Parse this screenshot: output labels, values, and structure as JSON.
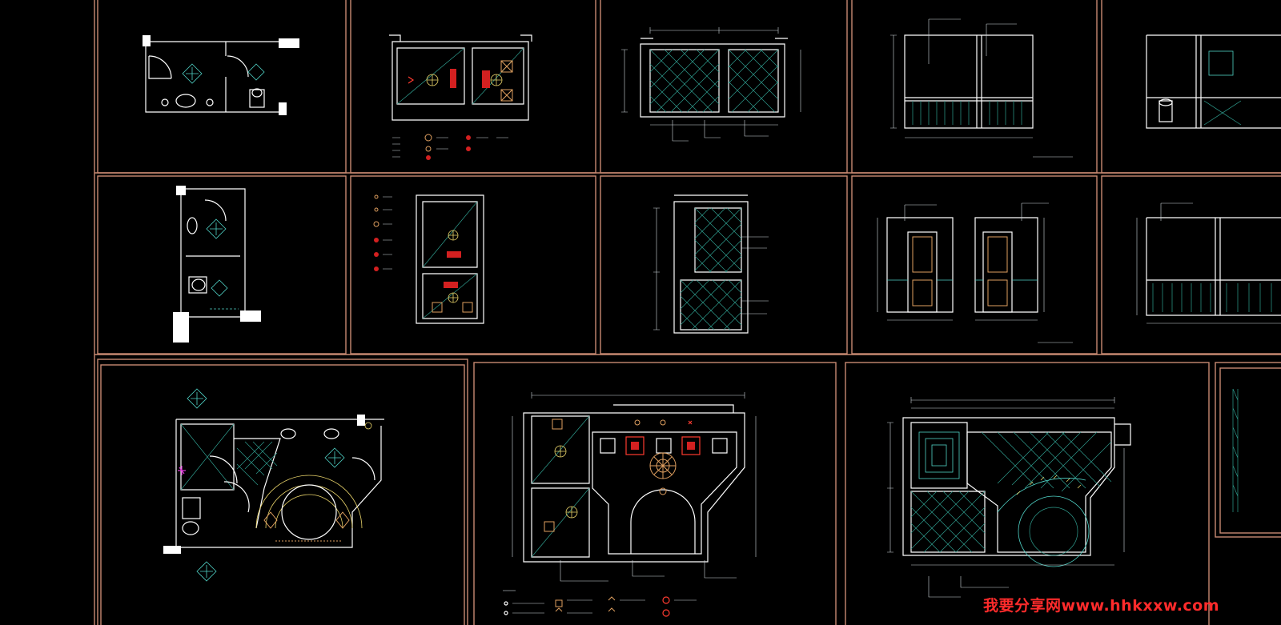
{
  "app": {
    "type": "cad-drawing-viewer",
    "background_color": "#000000",
    "frame_color": "#c98a72",
    "line_colors": {
      "wall": "#ffffff",
      "tile": "#4fd1c5",
      "light": "#e8d36a",
      "red_fixture": "#ff3b30",
      "magenta_fixture": "#e03ad9"
    }
  },
  "watermark": {
    "text": "我要分享网www.hhkxxw.com",
    "color": "#ff2b2b"
  },
  "sheets": [
    {
      "id": "r1c1",
      "content": "bathroom-floor-plan"
    },
    {
      "id": "r1c2",
      "content": "ceiling-plan-with-legend"
    },
    {
      "id": "r1c3",
      "content": "tile-floor-plan"
    },
    {
      "id": "r1c4",
      "content": "wall-elevation"
    },
    {
      "id": "r1c5",
      "content": "wall-elevation-partial"
    },
    {
      "id": "r2c1",
      "content": "narrow-bathroom-plan"
    },
    {
      "id": "r2c2",
      "content": "narrow-ceiling-plan"
    },
    {
      "id": "r2c3",
      "content": "narrow-tile-plan"
    },
    {
      "id": "r2c4",
      "content": "door-elevations"
    },
    {
      "id": "r2c5",
      "content": "wall-elevation-partial"
    },
    {
      "id": "r3c1",
      "content": "master-bathroom-plan"
    },
    {
      "id": "r3c2",
      "content": "master-ceiling-plan-with-legend"
    },
    {
      "id": "r3c3",
      "content": "master-tile-plan"
    },
    {
      "id": "r3c4",
      "content": "partial-sheet"
    }
  ]
}
